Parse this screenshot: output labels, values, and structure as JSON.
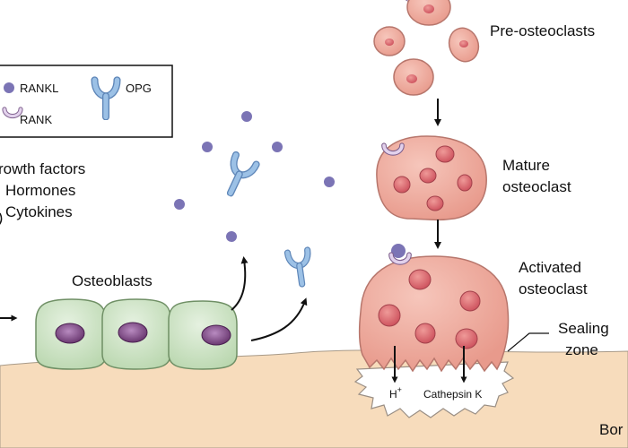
{
  "legend": {
    "rankl": "RANKL",
    "opg": "OPG",
    "rank": "RANK"
  },
  "factors": {
    "line1": "rowth factors",
    "line2": "Hormones",
    "line3": "Cytokines"
  },
  "labels": {
    "osteoblasts": "Osteoblasts",
    "pre_osteoclasts": "Pre-osteoclasts",
    "mature_1": "Mature",
    "mature_2": "osteoclast",
    "activated_1": "Activated",
    "activated_2": "osteoclast",
    "sealing_1": "Sealing",
    "sealing_2": "zone",
    "h_plus": "H",
    "h_plus_sup": "+",
    "cathepsin": "Cathepsin K",
    "bone": "Bor"
  },
  "colors": {
    "rankl_dot": "#7b74b5",
    "opg": "#8fb5dd",
    "rank": "#d8c4e4",
    "osteoclast": "#eea79a",
    "osteoclast_nucleus": "#d8616a",
    "osteoblast": "#cfe4c8",
    "osteoblast_nucleus": "#7a3a7c",
    "bone": "#f7dcbc",
    "background": "#ffffff"
  }
}
